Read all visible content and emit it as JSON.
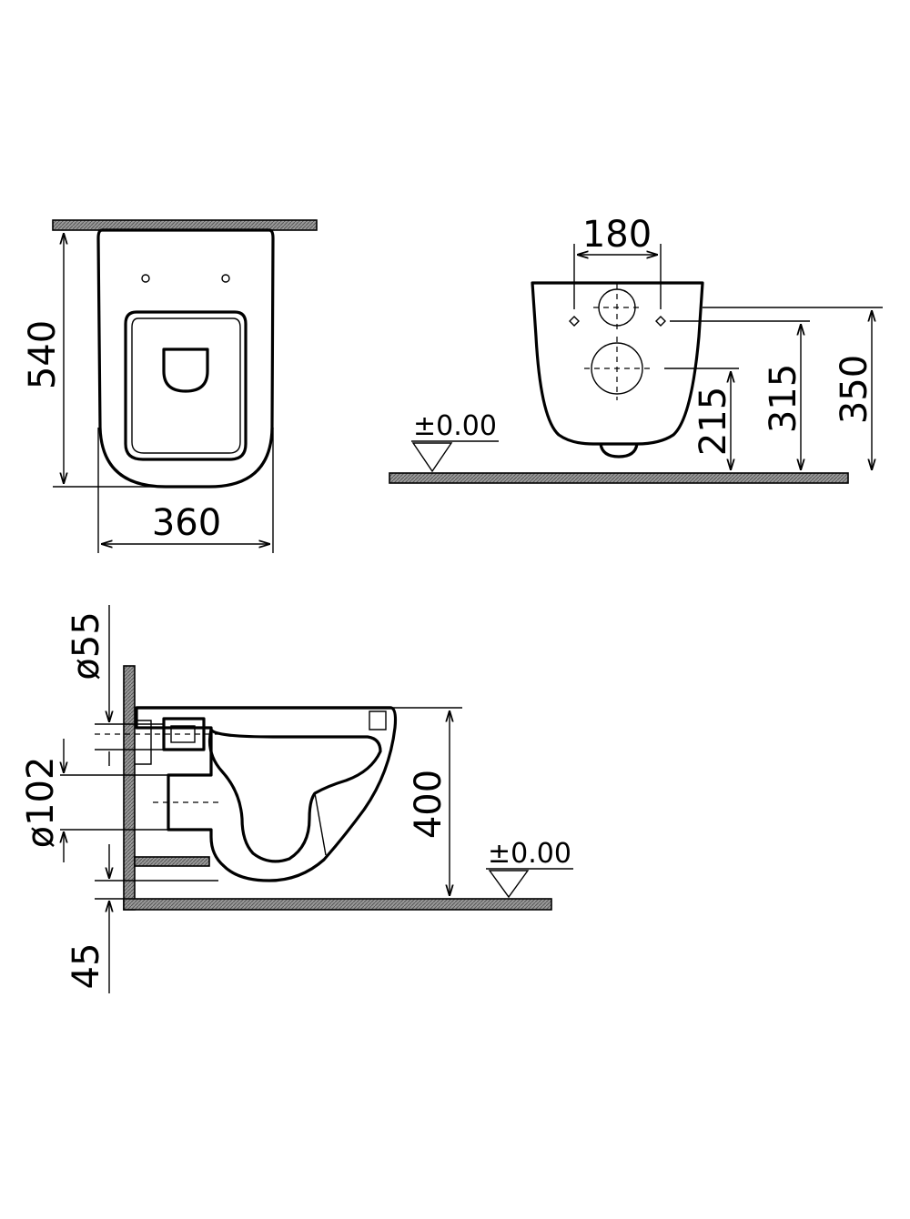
{
  "top_view": {
    "width_label": "360",
    "depth_label": "540"
  },
  "front_view": {
    "spacing_label": "180",
    "floor_label": "±0.00",
    "height_low_label": "215",
    "height_mid_label": "315",
    "height_top_label": "350"
  },
  "side_view": {
    "inlet_diameter_label": "ø55",
    "outlet_diameter_label": "ø102",
    "rim_height_label": "400",
    "floor_label": "±0.00",
    "offset_label": "45"
  },
  "colors": {
    "line": "#000000",
    "wall_fill": "#8a8a8a",
    "background": "#ffffff"
  }
}
